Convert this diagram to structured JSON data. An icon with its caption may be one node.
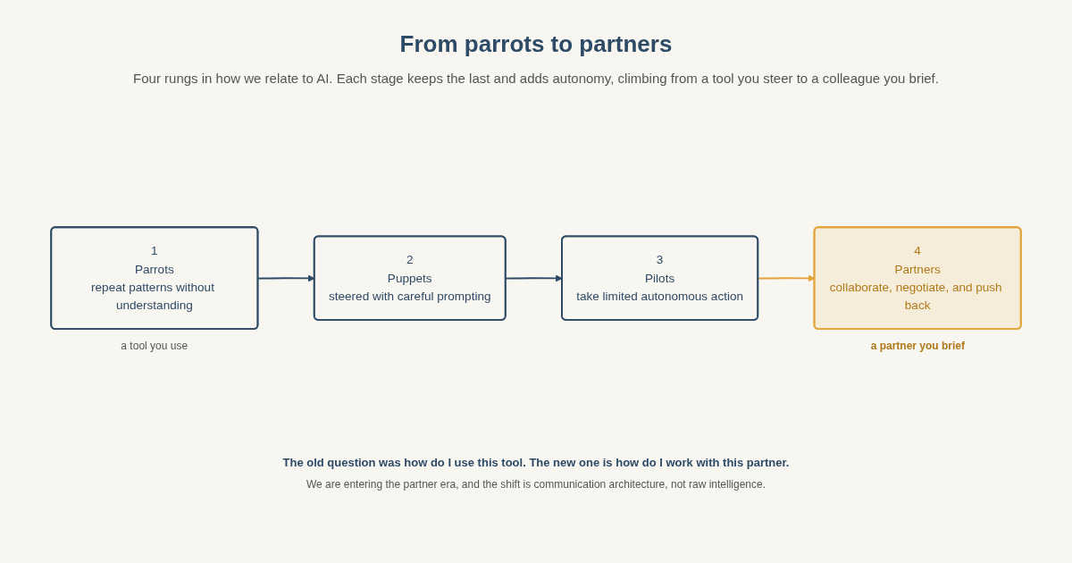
{
  "diagram": {
    "title": "From parrots to partners",
    "caption": "Four rungs in how we relate to AI. Each stage keeps the last and adds autonomy, climbing from a tool you steer to a colleague you brief.",
    "nodes": [
      {
        "text": [
          "1",
          "Parrots",
          "repeat patterns without understanding"
        ],
        "beside": [
          "a tool you use"
        ]
      },
      {
        "text": [
          "2",
          "Puppets",
          "steered with careful prompting"
        ]
      },
      {
        "text": [
          "3",
          "Pilots",
          "take limited autonomous action"
        ]
      },
      {
        "text": [
          "4",
          "Partners",
          "collaborate, negotiate, and push back"
        ],
        "beside": [
          "a partner you brief"
        ]
      }
    ],
    "edges": [
      {
        "from": 0,
        "to": 1,
        "arrow": "to"
      },
      {
        "from": 1,
        "to": 2,
        "arrow": "to"
      },
      {
        "from": 2,
        "to": 3,
        "arrow": "to",
        "color": "#e3a336"
      }
    ],
    "labels": [
      "The old question was how do I use this tool. The new one is how do I work with this partner.",
      "We are entering the partner era, and the shift is communication architecture, not raw intelligence."
    ]
  }
}
